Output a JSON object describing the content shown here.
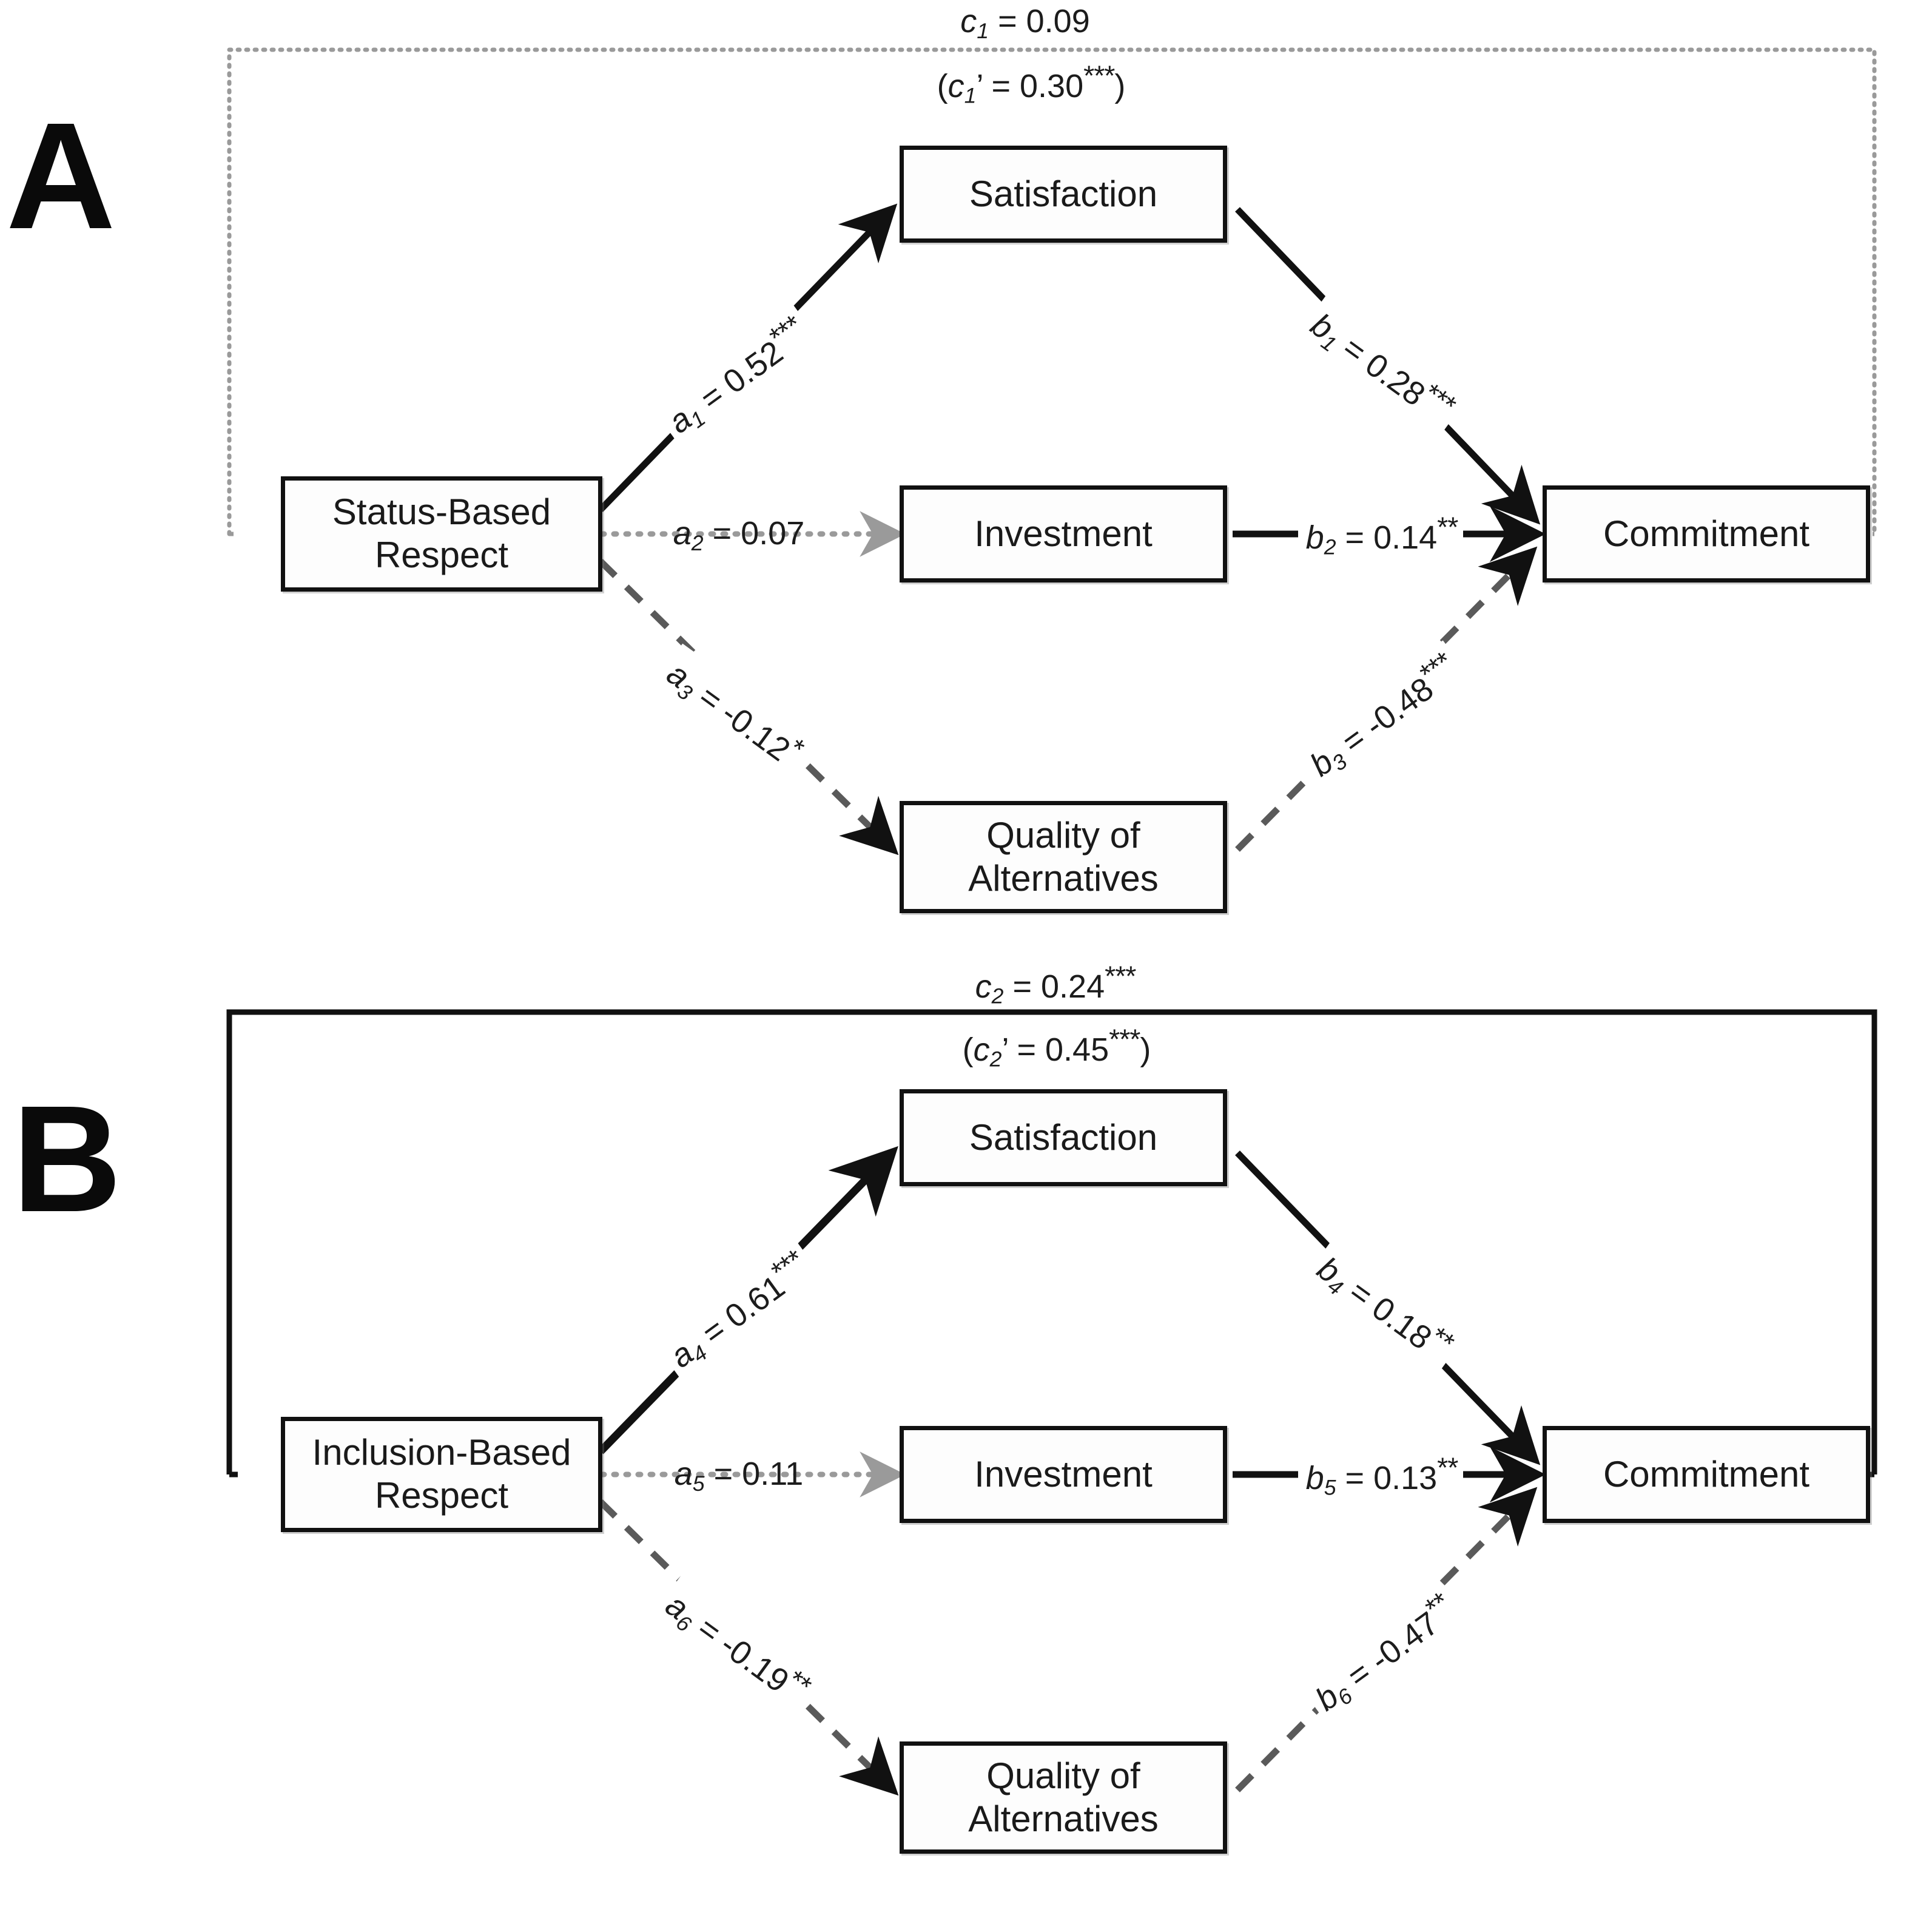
{
  "figure": {
    "background": "#ffffff",
    "ink": "#111111",
    "gray": "#9a9a9a"
  },
  "panels": [
    {
      "id": "A",
      "letter": "A",
      "predictor": "Status-Based\nRespect",
      "predictor_line1": "Status-Based",
      "predictor_line2": "Respect",
      "outcome": "Commitment",
      "mediators": [
        "Satisfaction",
        "Investment",
        "Quality of\nAlternatives"
      ],
      "total_effect_label": "c₁ = 0.09",
      "direct_effect_label": "(c₁’ = 0.30***)",
      "c_path_style": "dotted",
      "c_path_color": "#9a9a9a",
      "paths": [
        {
          "id": "a1",
          "label": "a₁ = 0.52***",
          "from": "predictor",
          "to": "Satisfaction",
          "style": "solid",
          "color": "#111111"
        },
        {
          "id": "a2",
          "label": "a₂ = 0.07",
          "from": "predictor",
          "to": "Investment",
          "style": "dotted",
          "color": "#9a9a9a"
        },
        {
          "id": "a3",
          "label": "a₃ = -0.12*",
          "from": "predictor",
          "to": "Quality of Alternatives",
          "style": "dashed",
          "color": "#5a5a5a"
        },
        {
          "id": "b1",
          "label": "b₁ = 0.28***",
          "from": "Satisfaction",
          "to": "outcome",
          "style": "solid",
          "color": "#111111"
        },
        {
          "id": "b2",
          "label": "b₂ = 0.14**",
          "from": "Investment",
          "to": "outcome",
          "style": "solid",
          "color": "#111111"
        },
        {
          "id": "b3",
          "label": "b₃ = -0.48***",
          "from": "Quality of Alternatives",
          "to": "outcome",
          "style": "dashed",
          "color": "#5a5a5a"
        }
      ]
    },
    {
      "id": "B",
      "letter": "B",
      "predictor": "Inclusion-Based\nRespect",
      "predictor_line1": "Inclusion-Based",
      "predictor_line2": "Respect",
      "outcome": "Commitment",
      "mediators": [
        "Satisfaction",
        "Investment",
        "Quality of\nAlternatives"
      ],
      "total_effect_label": "c₂ = 0.24***",
      "direct_effect_label": "(c₂’ = 0.45***)",
      "c_path_style": "solid",
      "c_path_color": "#111111",
      "paths": [
        {
          "id": "a4",
          "label": "a₄ = 0.61***",
          "from": "predictor",
          "to": "Satisfaction",
          "style": "solid",
          "color": "#111111"
        },
        {
          "id": "a5",
          "label": "a₅ = 0.11",
          "from": "predictor",
          "to": "Investment",
          "style": "dotted",
          "color": "#9a9a9a"
        },
        {
          "id": "a6",
          "label": "a₆ = -0.19**",
          "from": "predictor",
          "to": "Quality of Alternatives",
          "style": "dashed",
          "color": "#5a5a5a"
        },
        {
          "id": "b4",
          "label": "b₄ = 0.18**",
          "from": "Satisfaction",
          "to": "outcome",
          "style": "solid",
          "color": "#111111"
        },
        {
          "id": "b5",
          "label": "b₅ = 0.13**",
          "from": "Investment",
          "to": "outcome",
          "style": "solid",
          "color": "#111111"
        },
        {
          "id": "b6",
          "label": "b₆ = -0.47**",
          "from": "Quality of Alternatives",
          "to": "outcome",
          "style": "dashed",
          "color": "#5a5a5a"
        }
      ]
    }
  ],
  "labels": {
    "satisfaction": "Satisfaction",
    "investment": "Investment",
    "quality_line1": "Quality of",
    "quality_line2": "Alternatives",
    "commitment": "Commitment",
    "status_based_line1": "Status-Based",
    "status_based_line2": "Respect",
    "inclusion_based_line1": "Inclusion-Based",
    "inclusion_based_line2": "Respect",
    "panel_a": "A",
    "panel_b": "B"
  },
  "coefficients": {
    "c1": "c₁ = 0.09",
    "c1_prime": "(c₁’ = 0.30***)",
    "a1": "a₁ = 0.52***",
    "a2": "a₂ = 0.07",
    "a3": "a₃ = -0.12*",
    "b1": "b₁ = 0.28***",
    "b2": "b₂ = 0.14**",
    "b3": "b₃ = -0.48***",
    "c2": "c₂ = 0.24***",
    "c2_prime": "(c₂’ = 0.45***)",
    "a4": "a₄ = 0.61***",
    "a5": "a₅ = 0.11",
    "a6": "a₆ = -0.19**",
    "b4": "b₄ = 0.18**",
    "b5": "b₅ = 0.13**",
    "b6": "b₆ = -0.47**"
  }
}
